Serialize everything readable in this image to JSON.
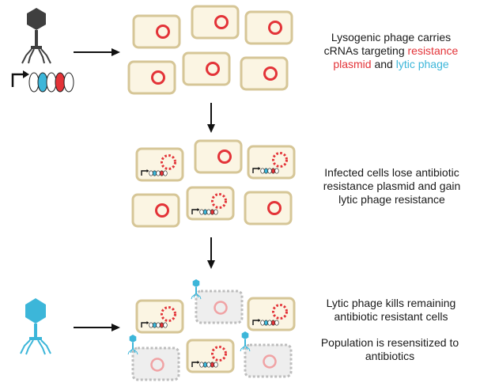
{
  "colors": {
    "cell_fill": "#fbf5e3",
    "cell_border": "#d6c697",
    "dead_cell_fill": "#eeeeee",
    "dead_cell_border": "#bdbdbd",
    "resistance_plasmid": "#e33338",
    "lytic_phage": "#3cb6d9",
    "lysogenic_phage": "#3f3f3f",
    "arrow": "#111111"
  },
  "captions": {
    "step1": {
      "line1": "Lysogenic phage carries",
      "line2_a": "cRNAs targeting ",
      "line2_b": "resistance",
      "line3_a": "plasmid",
      "line3_b": " and ",
      "line3_c": "lytic phage"
    },
    "step2": {
      "line1": "Infected cells lose antibiotic",
      "line2": "resistance plasmid and gain",
      "line3": "lytic phage resistance"
    },
    "step3": {
      "line1": "Lytic phage kills remaining",
      "line2": "antibiotic resistant cells"
    },
    "step4": {
      "line1": "Population is resensitized to",
      "line2": "antibiotics"
    }
  },
  "icons": [
    "lysogenic-phage-icon",
    "crispr-array-icon",
    "lytic-phage-icon",
    "bacterial-cell-icon",
    "plasmid-icon",
    "promoter-arrow-icon"
  ]
}
